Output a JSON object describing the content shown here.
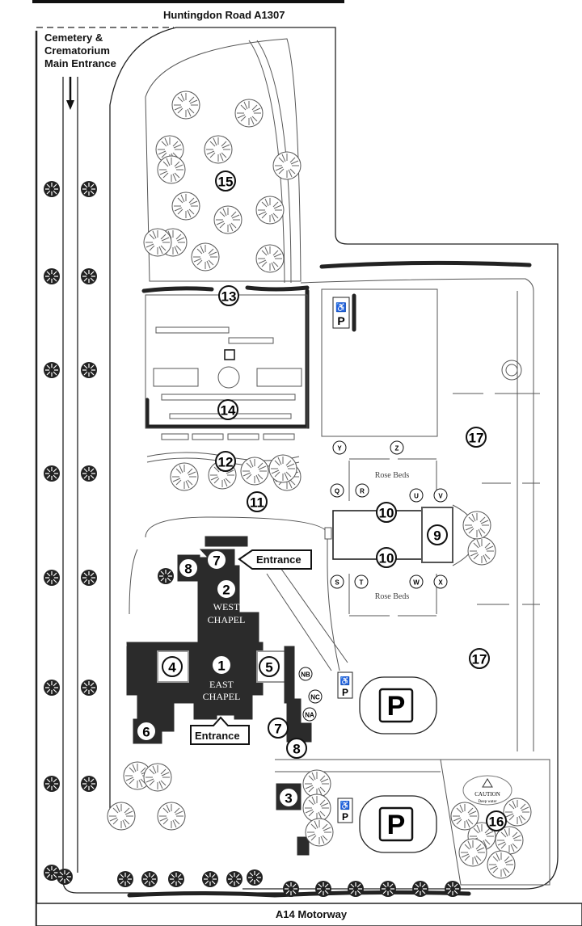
{
  "roads": {
    "north": "Huntingdon Road A1307",
    "south": "A14 Motorway"
  },
  "main_entrance": {
    "line1": "Cemetery &",
    "line2": "Crematorium",
    "line3": "Main Entrance"
  },
  "buildings": {
    "west_chapel": {
      "line1": "WEST",
      "line2": "CHAPEL"
    },
    "east_chapel": {
      "line1": "EAST",
      "line2": "CHAPEL"
    }
  },
  "entrance_labels": {
    "west": "Entrance",
    "east": "Entrance"
  },
  "rose_beds": {
    "north": "Rose Beds",
    "south": "Rose Beds"
  },
  "caution_sign": {
    "title": "CAUTION",
    "text": "Deep water"
  },
  "parking": {
    "label": "P",
    "disabled_icon": "wheelchair-icon"
  },
  "markers": {
    "m1": "1",
    "m2": "2",
    "m3": "3",
    "m4": "4",
    "m5": "5",
    "m6": "6",
    "m7": "7",
    "m8": "8",
    "m9": "9",
    "m10": "10",
    "m11": "11",
    "m12": "12",
    "m13": "13",
    "m14": "14",
    "m15": "15",
    "m16": "16",
    "m17": "17",
    "Q": "Q",
    "R": "R",
    "S": "S",
    "T": "T",
    "U": "U",
    "V": "V",
    "W": "W",
    "X": "X",
    "Y": "Y",
    "Z": "Z",
    "NA": "NA",
    "NB": "NB",
    "NC": "NC"
  },
  "colors": {
    "building": "#2b2b2b",
    "line": "#222222",
    "background": "#ffffff"
  }
}
